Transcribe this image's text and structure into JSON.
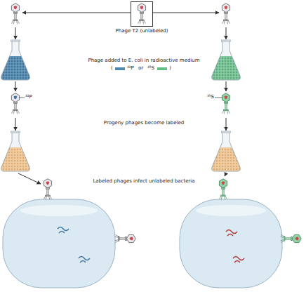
{
  "diagram": {
    "nodes": [
      {
        "text": [
          "Phage T2 (unlabeled)"
        ]
      }
    ],
    "labels": [
      "Phage added to E. coli in radioactive medium",
      "(",
      "or",
      ")",
      "³²P",
      "³⁵S",
      "Progeny phages become labeled",
      "Labeled phages infect unlabeled bacteria"
    ],
    "legend": [
      {
        "text": "³²P",
        "color": "#4f86ad"
      },
      {
        "text": "³⁵S",
        "color": "#5fbf86"
      }
    ]
  }
}
